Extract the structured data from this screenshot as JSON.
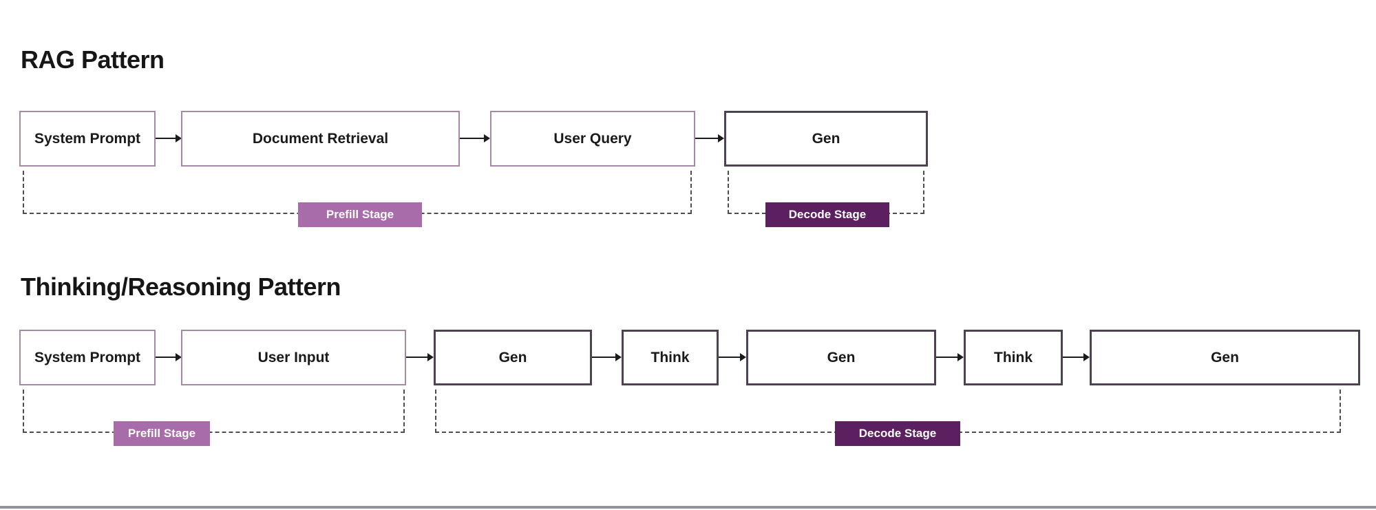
{
  "colors": {
    "prefill_stage_fill": "#a76ca9",
    "decode_stage_fill": "#5c2060",
    "prefill_node_border": "#a488a4",
    "decode_node_border": "#4d4350",
    "arrow": "#1b1b1b",
    "dashed_bracket": "#4d4d4d",
    "title_text": "#161616",
    "bottom_line": "#90939a"
  },
  "rag": {
    "title": "RAG Pattern",
    "boxes": [
      {
        "label": "System Prompt"
      },
      {
        "label": "Document Retrieval"
      },
      {
        "label": "User Query"
      },
      {
        "label": "Gen"
      }
    ],
    "prefill_label": "Prefill Stage",
    "decode_label": "Decode Stage"
  },
  "thinking": {
    "title": "Thinking/Reasoning Pattern",
    "boxes": [
      {
        "label": "System Prompt"
      },
      {
        "label": "User Input"
      },
      {
        "label": "Gen"
      },
      {
        "label": "Think"
      },
      {
        "label": "Gen"
      },
      {
        "label": "Think"
      },
      {
        "label": "Gen"
      }
    ],
    "prefill_label": "Prefill Stage",
    "decode_label": "Decode Stage"
  }
}
